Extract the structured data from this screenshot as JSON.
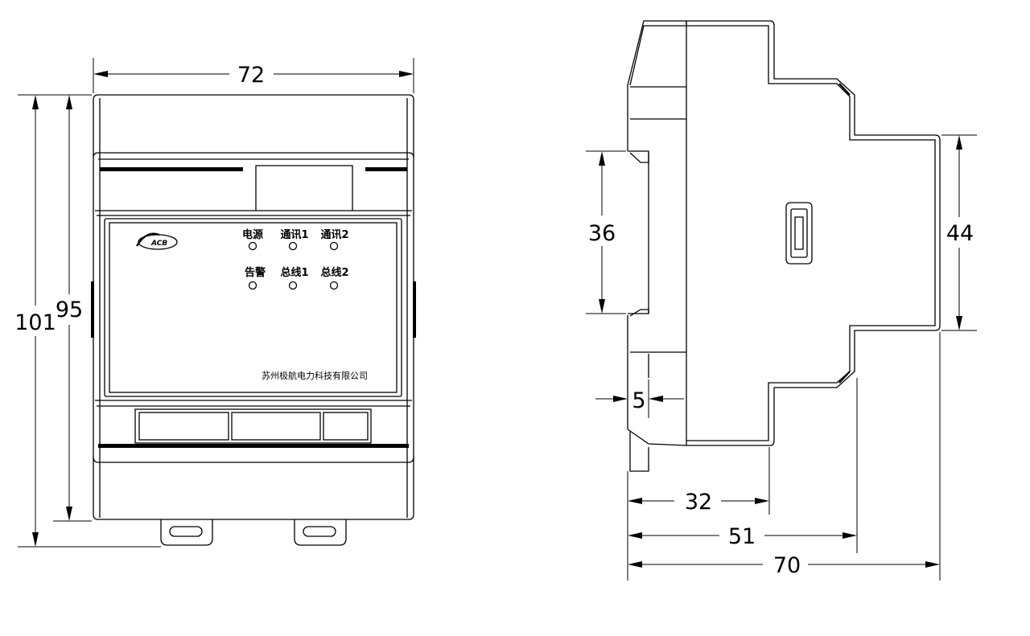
{
  "front_view": {
    "dims": {
      "width": "72",
      "height_outer": "101",
      "height_inner": "95"
    },
    "logo_text": "ACB",
    "leds": {
      "row1": [
        "电源",
        "通讯1",
        "通讯2"
      ],
      "row2": [
        "告警",
        "总线1",
        "总线2"
      ]
    },
    "company": "苏州极航电力科技有限公司"
  },
  "side_view": {
    "dims": {
      "rail_height": "36",
      "right_height": "44",
      "clip_depth": "5",
      "depth_32": "32",
      "depth_51": "51",
      "depth_70": "70"
    }
  }
}
